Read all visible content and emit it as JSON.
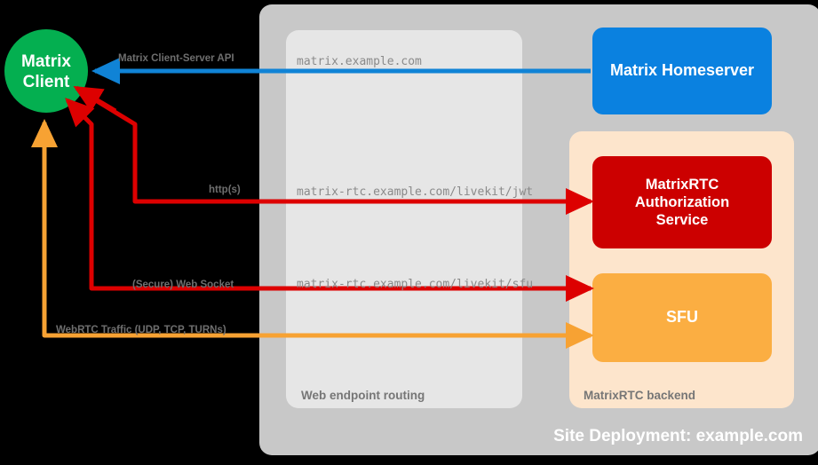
{
  "diagram": {
    "title_caption": "Site Deployment: example.com",
    "background_color": "#000000"
  },
  "nodes": {
    "client": {
      "label_line1": "Matrix",
      "label_line2": "Client",
      "color": "#04AF50",
      "shape": "circle"
    },
    "homeserver": {
      "label": "Matrix Homeserver",
      "color": "#0A81E0"
    },
    "auth_service": {
      "label_line1": "MatrixRTC",
      "label_line2": "Authorization",
      "label_line3": "Service",
      "color": "#CC0000"
    },
    "sfu": {
      "label": "SFU",
      "color": "#FBAE42"
    }
  },
  "zones": {
    "site": {
      "caption": "Site Deployment: example.com",
      "color": "#C8C8C8"
    },
    "web_routing": {
      "caption": "Web endpoint routing",
      "color": "#E6E6E6"
    },
    "rtc_backend": {
      "caption": "MatrixRTC backend",
      "color": "#FDE5CC"
    }
  },
  "edges": [
    {
      "name": "matrix-client-server-api",
      "label": "Matrix Client-Server API",
      "endpoint": "matrix.example.com",
      "color": "#1083D6"
    },
    {
      "name": "https-jwt",
      "label": "http(s)",
      "endpoint": "matrix-rtc.example.com/livekit/jwt",
      "color": "#DD0000"
    },
    {
      "name": "secure-web-socket",
      "label": "(Secure) Web Socket",
      "endpoint": "matrix-rtc.example.com/livekit/sfu",
      "color": "#DD0000"
    },
    {
      "name": "webrtc-traffic",
      "label": "WebRTC Traffic (UDP, TCP, TURNs)",
      "endpoint": "",
      "color": "#F7A233"
    }
  ]
}
